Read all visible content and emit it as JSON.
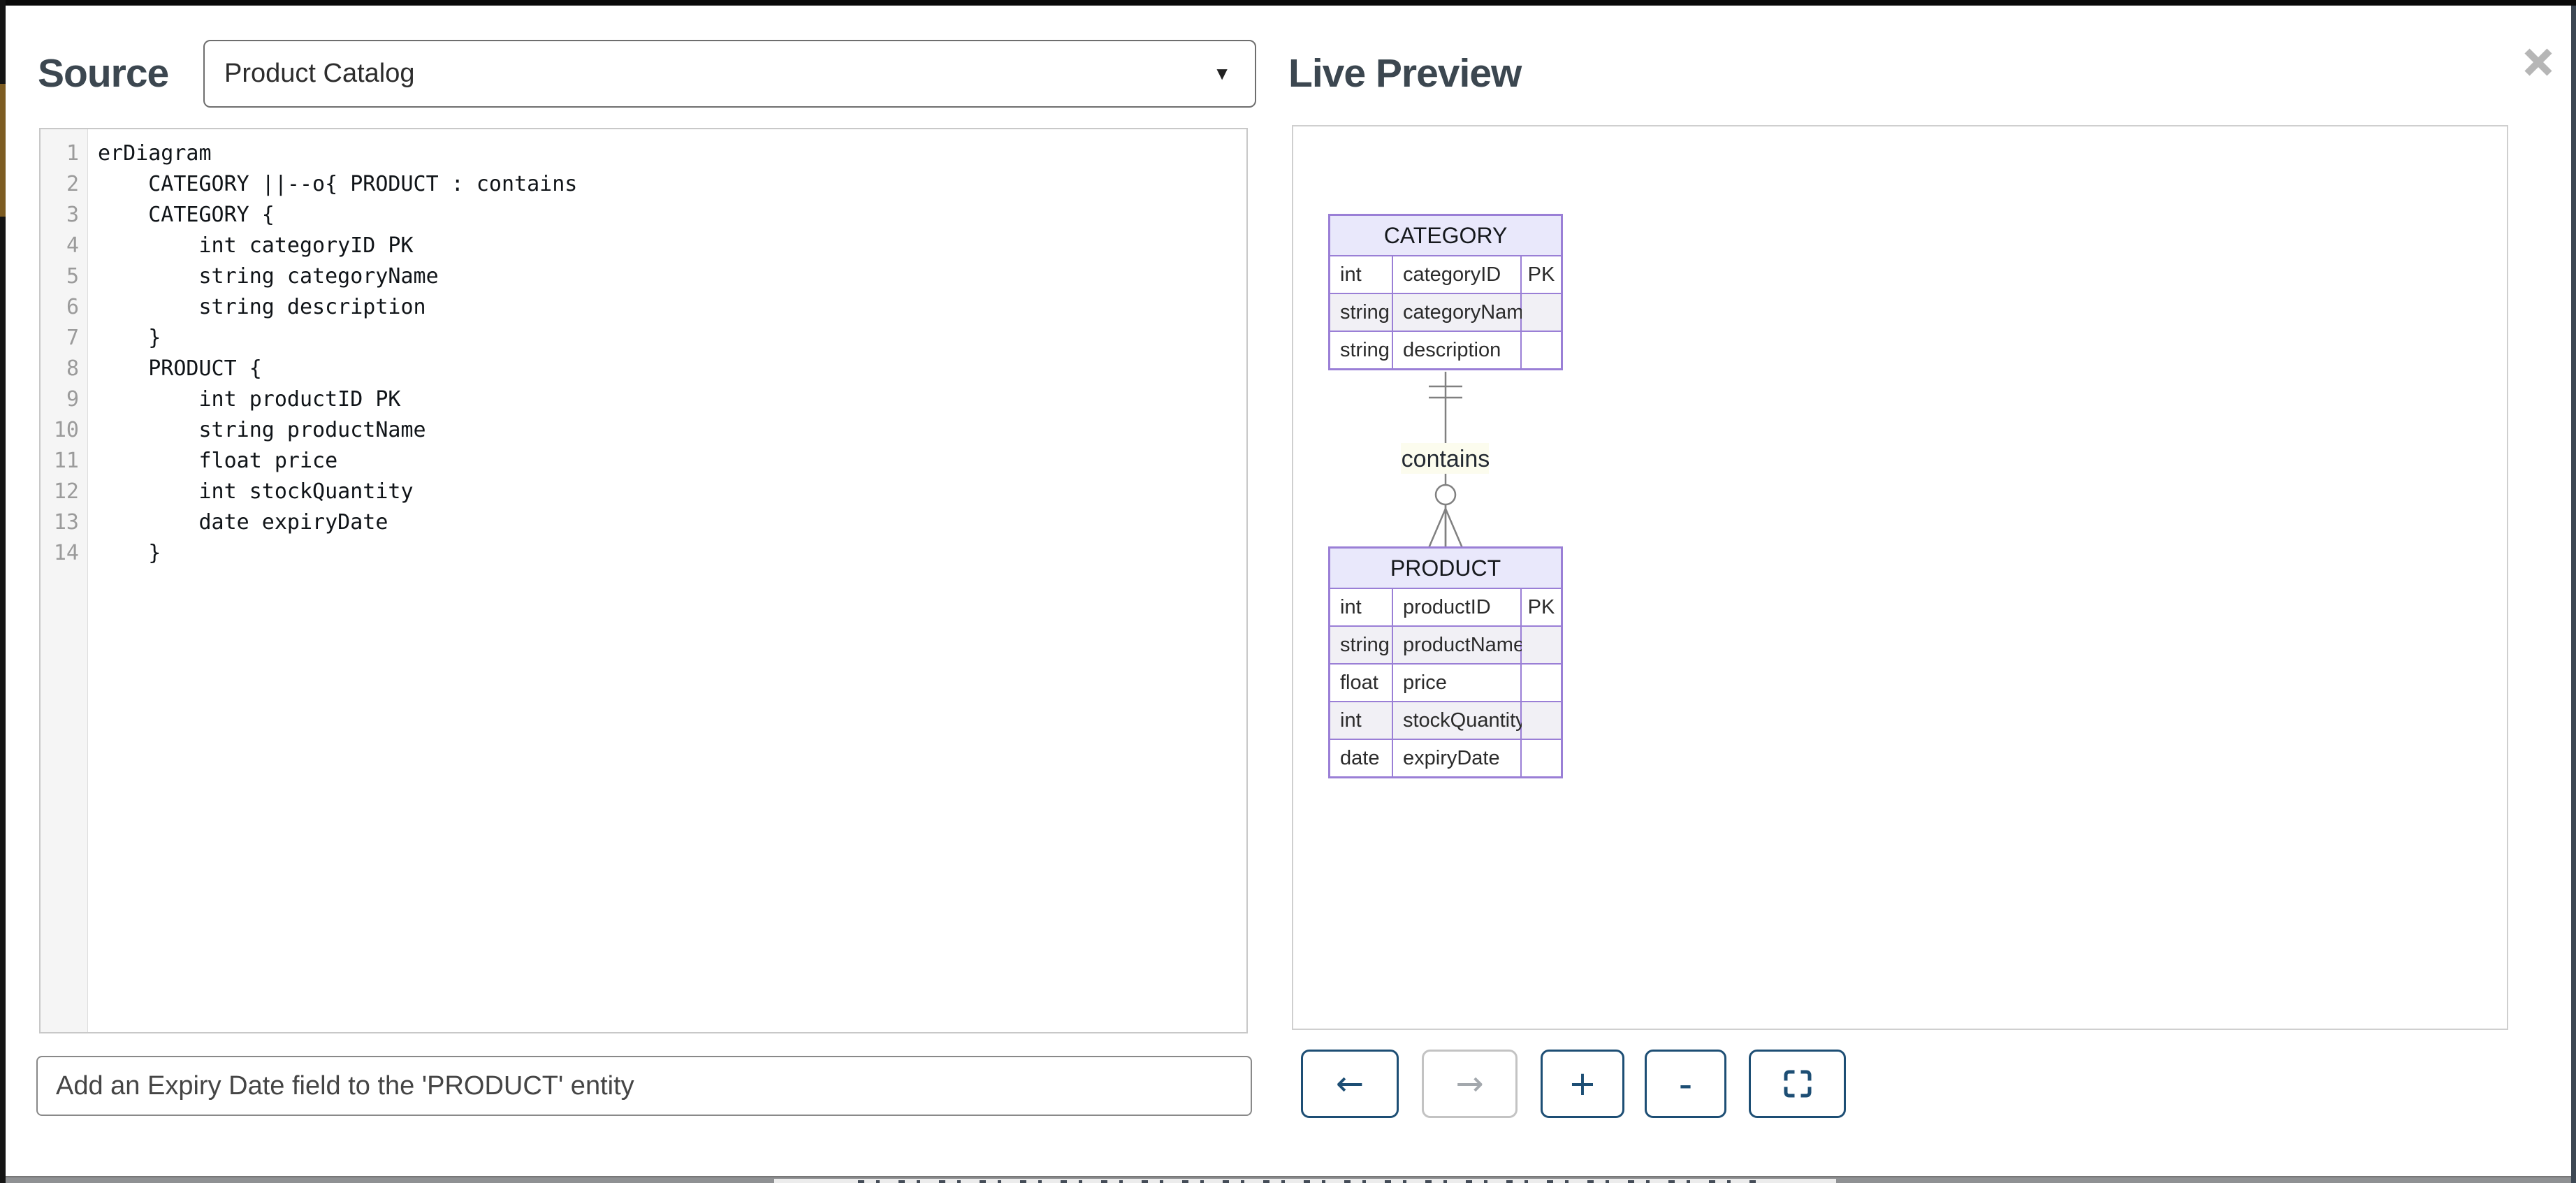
{
  "source_panel": {
    "title": "Source",
    "dropdown": {
      "value": "Product Catalog",
      "chevron_icon": "▼"
    },
    "code": {
      "line_numbers": [
        "1",
        "2",
        "3",
        "4",
        "5",
        "6",
        "7",
        "8",
        "9",
        "10",
        "11",
        "12",
        "13",
        "14"
      ],
      "lines": [
        "erDiagram",
        "    CATEGORY ||--o{ PRODUCT : contains",
        "    CATEGORY {",
        "        int categoryID PK",
        "        string categoryName",
        "        string description",
        "    }",
        "    PRODUCT {",
        "        int productID PK",
        "        string productName",
        "        float price",
        "        int stockQuantity",
        "        date expiryDate",
        "    }"
      ]
    },
    "prompt_input": {
      "value": "Add an Expiry Date field to the 'PRODUCT' entity"
    }
  },
  "preview_panel": {
    "title": "Live Preview",
    "close_icon": "x-close-icon",
    "toolbar": [
      {
        "name": "back",
        "glyph": "←",
        "enabled": true
      },
      {
        "name": "forward",
        "glyph": "→",
        "enabled": false
      },
      {
        "name": "zoom-in",
        "glyph": "+",
        "enabled": true
      },
      {
        "name": "zoom-out",
        "glyph": "-",
        "enabled": true
      },
      {
        "name": "fullscreen",
        "glyph": "fullscreen-brackets-icon",
        "enabled": true
      }
    ]
  },
  "diagram": {
    "entities": [
      {
        "name": "CATEGORY",
        "rows": [
          {
            "type": "int",
            "attr": "categoryID",
            "key": "PK"
          },
          {
            "type": "string",
            "attr": "categoryName",
            "key": ""
          },
          {
            "type": "string",
            "attr": "description",
            "key": ""
          }
        ]
      },
      {
        "name": "PRODUCT",
        "rows": [
          {
            "type": "int",
            "attr": "productID",
            "key": "PK"
          },
          {
            "type": "string",
            "attr": "productName",
            "key": ""
          },
          {
            "type": "float",
            "attr": "price",
            "key": ""
          },
          {
            "type": "int",
            "attr": "stockQuantity",
            "key": ""
          },
          {
            "type": "date",
            "attr": "expiryDate",
            "key": ""
          }
        ]
      }
    ],
    "relationship": {
      "from": "CATEGORY",
      "to": "PRODUCT",
      "label": "contains",
      "cardinality": "one-to-zero-or-many",
      "notation": "||--o{"
    }
  },
  "colors": {
    "title_text": "#3c4750",
    "entity_border": "#9a7fd6",
    "entity_header_fill": "#e9e8fb",
    "entity_alt_row_fill": "#f1f0f5",
    "relationship_line": "#808080",
    "relationship_label_bg": "#fcfcee",
    "toolbar_accent": "#1d4e74",
    "disabled_gray": "#c3c3c3",
    "close_icon_gray": "#b6b6b6"
  }
}
